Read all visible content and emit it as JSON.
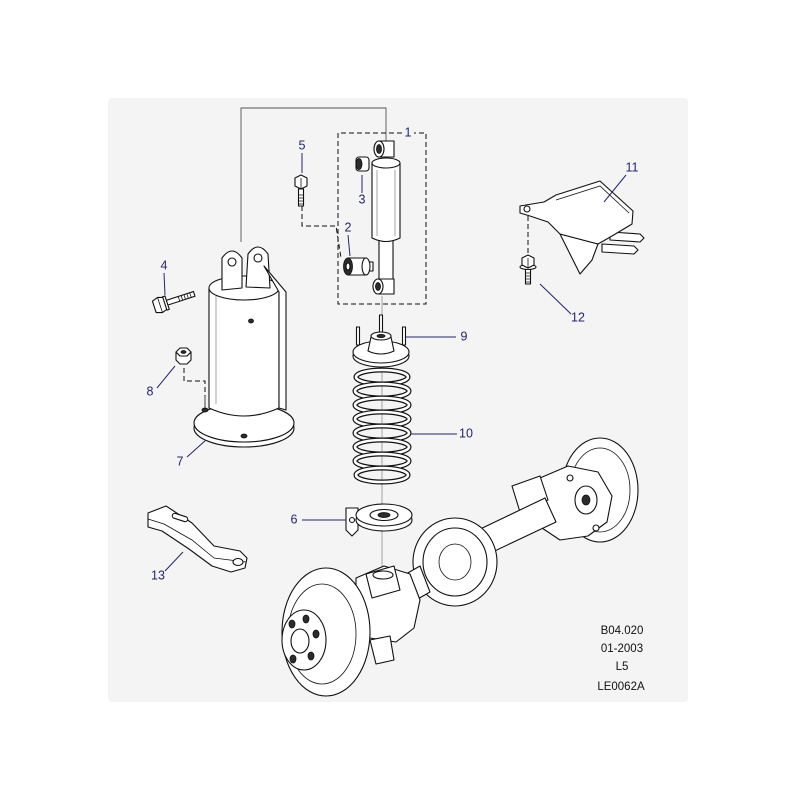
{
  "callouts": {
    "c1": "1",
    "c2": "2",
    "c3": "3",
    "c4": "4",
    "c5": "5",
    "c6": "6",
    "c7": "7",
    "c8": "8",
    "c9": "9",
    "c10": "10",
    "c11": "11",
    "c12": "12",
    "c13": "13"
  },
  "reference": {
    "line1": "B04.020",
    "line2": "01-2003",
    "line3": "L5",
    "line4": "LE0062A"
  },
  "colors": {
    "callout": "#23256e",
    "outline": "#111111",
    "panel": "#f4f4f4"
  }
}
